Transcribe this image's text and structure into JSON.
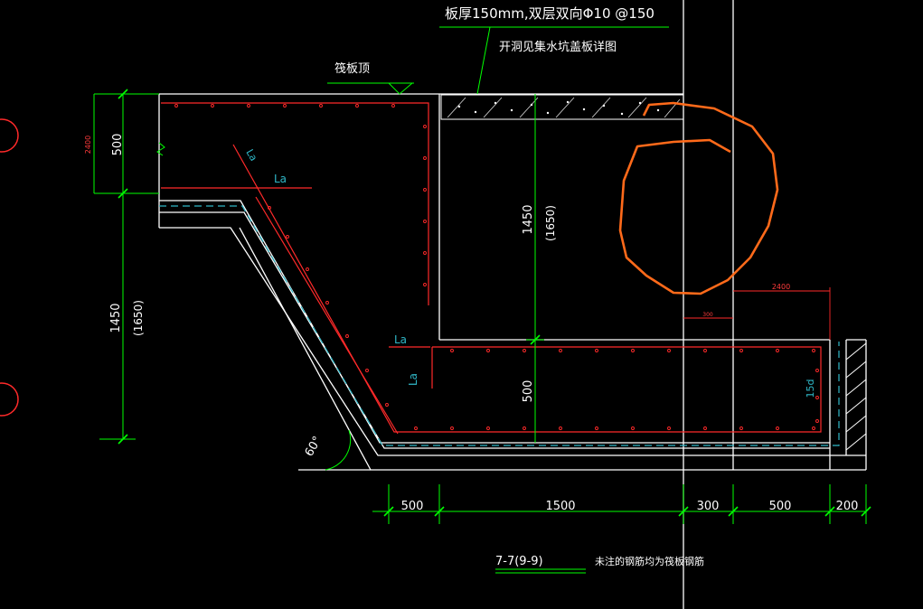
{
  "annotations": {
    "slab_note": "板厚150mm,双层双向Φ10 @150",
    "opening_note": "开洞见集水坑盖板详图",
    "raft_top": "筏板顶",
    "footer_note": "未注的钢筋均为筏板钢筋",
    "section_title": "7-7(9-9)"
  },
  "dimensions": {
    "left_top": "500",
    "left_top_small": "2400",
    "left_depth": "1450",
    "left_depth_alt": "(1650)",
    "mid_depth": "1450",
    "mid_depth_alt": "(1650)",
    "mid_lower": "500",
    "right_small": "2400",
    "right_tiny": "300",
    "bottom": [
      "500",
      "1500",
      "300",
      "500",
      "200"
    ]
  },
  "rebar_labels": {
    "la_slope": "La",
    "la_top": "La",
    "la_mid": "La",
    "la_vert": "La",
    "anchor": "15d",
    "angle": "60°"
  },
  "colors": {
    "background": "#000000",
    "outline": "#ffffff",
    "dimension": "#00ff00",
    "rebar": "#ff2a2a",
    "waterproof": "#2fb7c7",
    "markup": "#ff6a1a",
    "hatch": "#ffffff"
  }
}
